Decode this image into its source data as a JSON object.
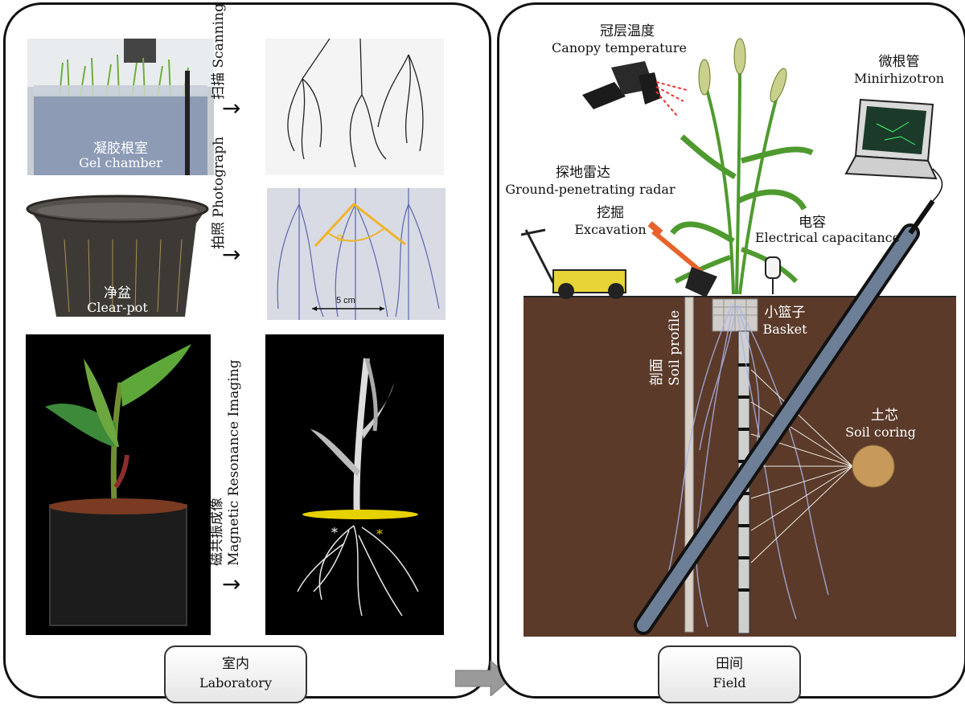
{
  "laboratory": {
    "caption": {
      "cn": "室内",
      "en": "Laboratory"
    },
    "gel_chamber": {
      "cn": "凝胶根室",
      "en": "Gel chamber"
    },
    "scanning": {
      "cn": "扫描",
      "en": "Scanning"
    },
    "clear_pot": {
      "cn": "净盆",
      "en": "Clear-pot"
    },
    "photograph": {
      "cn": "拍照",
      "en": "Photograph"
    },
    "angle_symbol": "α",
    "scale_bar": "5 cm",
    "mri": {
      "cn": "磁共振成像",
      "en": "Magnetic Resonance Imaging"
    },
    "arrow_glyph": "→"
  },
  "field": {
    "caption": {
      "cn": "田间",
      "en": "Field"
    },
    "canopy_temperature": {
      "cn": "冠层温度",
      "en": "Canopy temperature"
    },
    "minirhizotron": {
      "cn": "微根管",
      "en": "Minirhizotron"
    },
    "ground_penetrating_radar": {
      "cn": "探地雷达",
      "en": "Ground-penetrating radar"
    },
    "excavation": {
      "cn": "挖掘",
      "en": "Excavation"
    },
    "electrical_capacitance": {
      "cn": "电容",
      "en": "Electrical capacitance"
    },
    "basket": {
      "cn": "小篮子",
      "en": "Basket"
    },
    "soil_profile": {
      "cn": "剖面",
      "en": "Soil profile"
    },
    "soil_coring": {
      "cn": "土芯",
      "en": "Soil coring"
    }
  },
  "colors": {
    "soil": "#5b3a2a",
    "leaf_green": "#4f9a2f",
    "orange_tool": "#e8632b",
    "angle_yellow": "#f0b429",
    "root_blue": "#a9b4e6"
  }
}
